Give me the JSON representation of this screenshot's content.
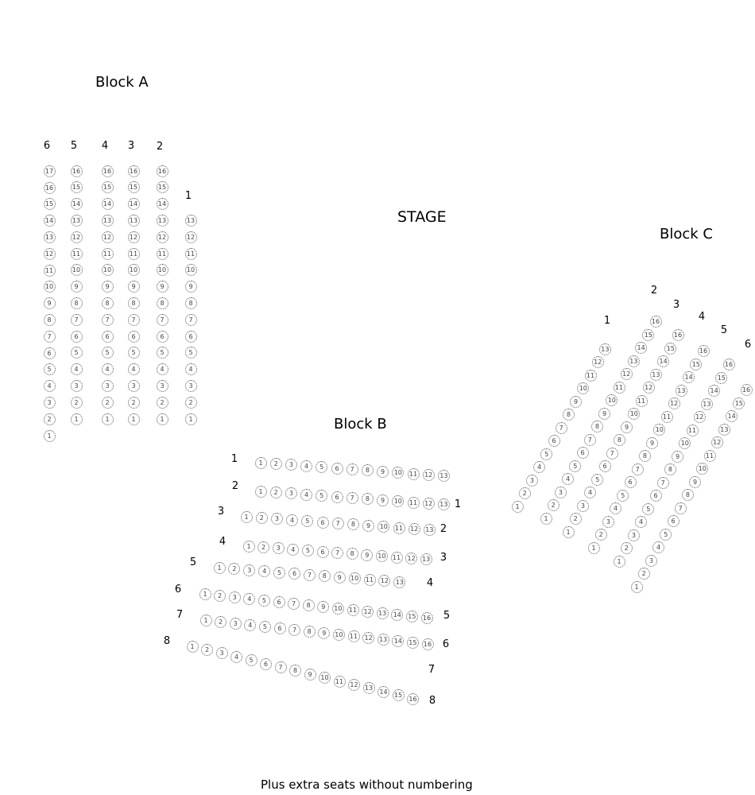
{
  "stage_label": "STAGE",
  "footer_note": "Plus extra seats without numbering",
  "blocks": {
    "a": {
      "title": "Block A",
      "rows": [
        {
          "row": "6",
          "seats": [
            "1",
            "2",
            "3",
            "4",
            "5",
            "6",
            "7",
            "8",
            "9",
            "10",
            "11",
            "12",
            "13",
            "14",
            "15",
            "16",
            "17"
          ]
        },
        {
          "row": "5",
          "seats": [
            "1",
            "2",
            "3",
            "4",
            "5",
            "6",
            "7",
            "8",
            "9",
            "10",
            "11",
            "12",
            "13",
            "14",
            "15",
            "16"
          ]
        },
        {
          "row": "4",
          "seats": [
            "1",
            "2",
            "3",
            "4",
            "5",
            "6",
            "7",
            "8",
            "9",
            "10",
            "11",
            "12",
            "13",
            "14",
            "15",
            "16"
          ]
        },
        {
          "row": "3",
          "seats": [
            "1",
            "2",
            "3",
            "4",
            "5",
            "6",
            "7",
            "8",
            "9",
            "10",
            "11",
            "12",
            "13",
            "14",
            "15",
            "16"
          ]
        },
        {
          "row": "2",
          "seats": [
            "1",
            "2",
            "3",
            "4",
            "5",
            "6",
            "7",
            "8",
            "9",
            "10",
            "11",
            "12",
            "13",
            "14",
            "15",
            "16"
          ]
        },
        {
          "row": "1",
          "seats": [
            "1",
            "2",
            "3",
            "4",
            "5",
            "6",
            "7",
            "8",
            "9",
            "10",
            "11",
            "12",
            "13"
          ]
        }
      ]
    },
    "b": {
      "title": "Block B",
      "rows": [
        {
          "row": "1",
          "seats": [
            "1",
            "2",
            "3",
            "4",
            "5",
            "6",
            "7",
            "8",
            "9",
            "10",
            "11",
            "12",
            "13"
          ]
        },
        {
          "row": "2",
          "seats": [
            "1",
            "2",
            "3",
            "4",
            "5",
            "6",
            "7",
            "8",
            "9",
            "10",
            "11",
            "12",
            "13"
          ]
        },
        {
          "row": "3",
          "seats": [
            "1",
            "2",
            "3",
            "4",
            "5",
            "6",
            "7",
            "8",
            "9",
            "10",
            "11",
            "12",
            "13"
          ]
        },
        {
          "row": "4",
          "seats": [
            "1",
            "2",
            "3",
            "4",
            "5",
            "6",
            "7",
            "8",
            "9",
            "10",
            "11",
            "12",
            "13"
          ]
        },
        {
          "row": "5",
          "seats": [
            "1",
            "2",
            "3",
            "4",
            "5",
            "6",
            "7",
            "8",
            "9",
            "10",
            "11",
            "12",
            "13"
          ]
        },
        {
          "row": "6",
          "seats": [
            "1",
            "2",
            "3",
            "4",
            "5",
            "6",
            "7",
            "8",
            "9",
            "10",
            "11",
            "12",
            "13",
            "14",
            "15",
            "16"
          ]
        },
        {
          "row": "7",
          "seats": [
            "1",
            "2",
            "3",
            "4",
            "5",
            "6",
            "7",
            "8",
            "9",
            "10",
            "11",
            "12",
            "13",
            "14",
            "15",
            "16"
          ]
        },
        {
          "row": "8",
          "seats": [
            "1",
            "2",
            "3",
            "4",
            "5",
            "6",
            "7",
            "8",
            "9",
            "10",
            "11",
            "12",
            "13",
            "14",
            "15",
            "16"
          ]
        }
      ]
    },
    "c": {
      "title": "Block C",
      "rows": [
        {
          "row": "1",
          "seats": [
            "1",
            "2",
            "3",
            "4",
            "5",
            "6",
            "7",
            "8",
            "9",
            "10",
            "11",
            "12",
            "13"
          ]
        },
        {
          "row": "2",
          "seats": [
            "1",
            "2",
            "3",
            "4",
            "5",
            "6",
            "7",
            "8",
            "9",
            "10",
            "11",
            "12",
            "13",
            "14",
            "15",
            "16"
          ]
        },
        {
          "row": "3",
          "seats": [
            "1",
            "2",
            "3",
            "4",
            "5",
            "6",
            "7",
            "8",
            "9",
            "10",
            "11",
            "12",
            "13",
            "14",
            "15",
            "16"
          ]
        },
        {
          "row": "4",
          "seats": [
            "1",
            "2",
            "3",
            "4",
            "5",
            "6",
            "7",
            "8",
            "9",
            "10",
            "11",
            "12",
            "13",
            "14",
            "15",
            "16"
          ]
        },
        {
          "row": "5",
          "seats": [
            "1",
            "2",
            "3",
            "4",
            "5",
            "6",
            "7",
            "8",
            "9",
            "10",
            "11",
            "12",
            "13",
            "14",
            "15",
            "16"
          ]
        },
        {
          "row": "6",
          "seats": [
            "1",
            "2",
            "3",
            "4",
            "5",
            "6",
            "7",
            "8",
            "9",
            "10",
            "11",
            "12",
            "13",
            "14",
            "15",
            "16",
            ""
          ]
        }
      ]
    }
  }
}
